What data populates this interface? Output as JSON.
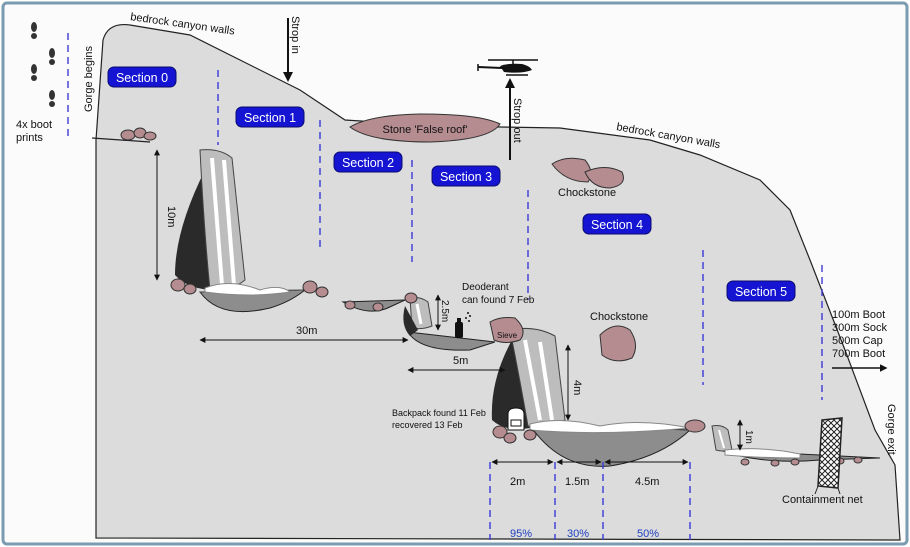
{
  "labels": {
    "walls_top": "bedrock canyon walls",
    "walls_right": "bedrock canyon walls",
    "gorge_begins": "Gorge begins",
    "gorge_exit": "Gorge exit",
    "boot_prints": [
      "4x boot",
      "prints"
    ],
    "strop_in": "Strop in",
    "strop_out": "Strop out",
    "false_roof": "Stone 'False roof'",
    "chockstone_upper": "Chockstone",
    "chockstone_lower": "Chockstone",
    "sieve": "Sieve",
    "deodorant": [
      "Deoderant",
      "can found 7 Feb"
    ],
    "backpack": [
      "Backpack found 11 Feb",
      "recovered 13 Feb"
    ],
    "containment_net": "Containment net",
    "finds": [
      "100m Boot",
      "300m Sock",
      "500m Cap",
      "700m Boot"
    ]
  },
  "sections": [
    "Section 0",
    "Section 1",
    "Section 2",
    "Section 3",
    "Section 4",
    "Section 5"
  ],
  "measurements": {
    "h1": "10m",
    "w1": "30m",
    "h2": "2.5m",
    "w2": "5m",
    "h3": "4m",
    "h4": "1m",
    "seg_a": "2m",
    "seg_b": "1.5m",
    "seg_c": "4.5m"
  },
  "percentages": [
    "95%",
    "30%",
    "50%"
  ],
  "colors": {
    "canyon": "#dcdcdc",
    "water_dark": "#8d8d8d",
    "rock": "#b58c90",
    "section_badge": "#1414d2",
    "dashed": "#3a3ad8",
    "frame": "#7a9bb0"
  },
  "icons": {
    "helicopter": "helicopter-icon",
    "footprint": "footprint-icon",
    "deodorant": "spray-can-icon",
    "backpack": "backpack-icon",
    "net": "net-icon"
  }
}
